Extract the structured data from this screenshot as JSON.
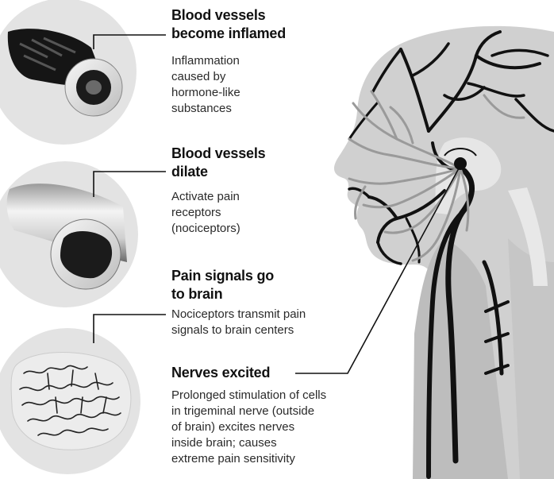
{
  "steps": [
    {
      "heading": "Blood vessels become inflamed",
      "heading_lines": [
        "Blood vessels",
        "become inflamed"
      ],
      "body_lines": [
        "Inflammation",
        "caused by",
        "hormone-like",
        "substances"
      ]
    },
    {
      "heading": "Blood vessels dilate",
      "heading_lines": [
        "Blood vessels",
        "dilate"
      ],
      "body_lines": [
        "Activate pain",
        "receptors",
        "(nociceptors)"
      ]
    },
    {
      "heading": "Pain signals go to brain",
      "heading_lines": [
        "Pain signals go",
        "to brain"
      ],
      "body_lines": [
        "Nociceptors transmit pain",
        "signals to brain centers"
      ]
    },
    {
      "heading": "Nerves excited",
      "heading_lines": [
        "Nerves excited"
      ],
      "body_lines": [
        "Prolonged stimulation of cells",
        "in trigeminal nerve (outside",
        "of brain) excites nerves",
        "inside brain; causes",
        "extreme pain sensitivity"
      ]
    }
  ],
  "colors": {
    "circle_fill": "#e3e3e3",
    "head_fill": "#d0d0d0",
    "neck_fill": "#bdbdbd",
    "vessel_dark": "#111111",
    "nerve_gray": "#9a9a9a",
    "leader_line": "#111111"
  },
  "icons": [
    "inflamed-vessel-icon",
    "dilated-vessel-icon",
    "brain-surface-icon",
    "head-profile-icon"
  ]
}
